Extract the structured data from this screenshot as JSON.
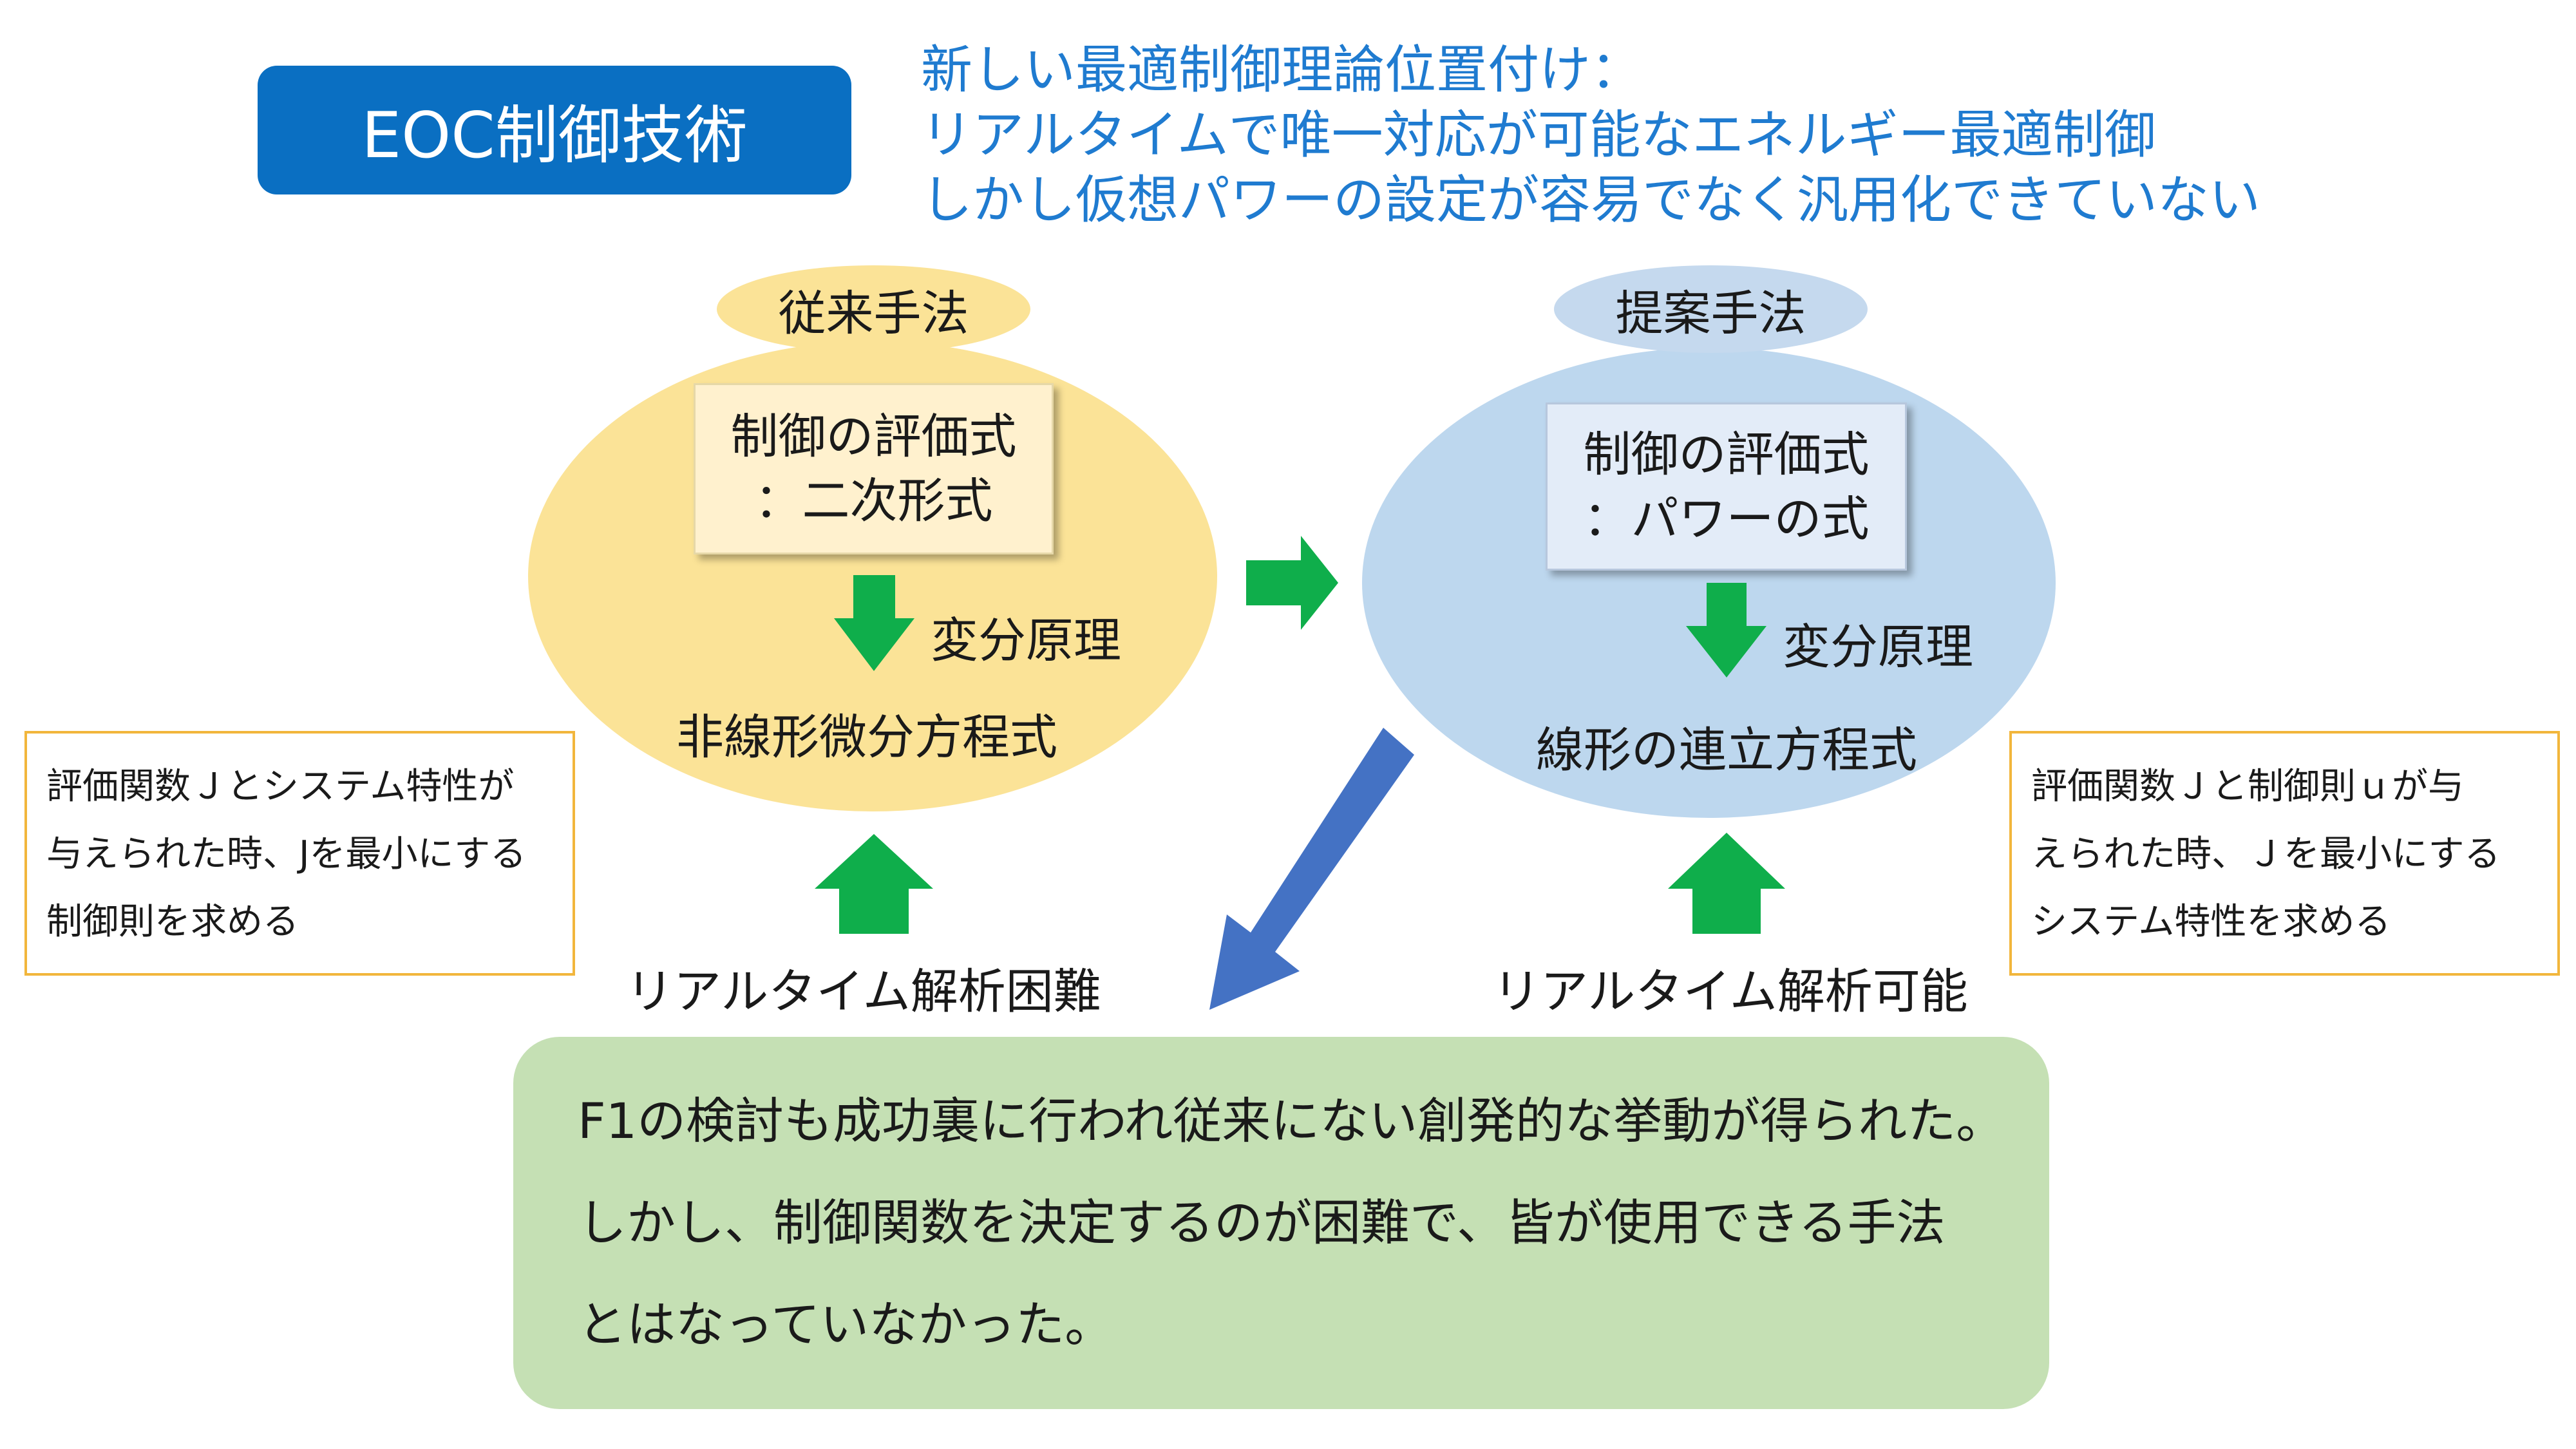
{
  "header": {
    "title": "EOC制御技術",
    "subtitle_lines": [
      "新しい最適制御理論位置付け：",
      "リアルタイムで唯一対応が可能なエネルギー最適制御",
      "しかし仮想パワーの設定が容易でなく汎用化できていない"
    ]
  },
  "conventional": {
    "label": "従来手法",
    "formula_line1": "制御の評価式",
    "formula_line2": "：二次形式",
    "principle": "変分原理",
    "result": "非線形微分方程式",
    "realtime": "リアルタイム解析困難",
    "note_lines": [
      "評価関数Ｊとシステム特性が",
      "与えられた時、Jを最小にする",
      "制御則を求める"
    ]
  },
  "proposed": {
    "label": "提案手法",
    "formula_line1": "制御の評価式",
    "formula_line2": "：パワーの式",
    "principle": "変分原理",
    "result": "線形の連立方程式",
    "realtime": "リアルタイム解析可能",
    "note_lines": [
      "評価関数Ｊと制御則ｕが与",
      "えられた時、Ｊを最小にする",
      "システム特性を求める"
    ]
  },
  "summary": {
    "lines": [
      "F1の検討も成功裏に行われ従来にない創発的な挙動が得られた。",
      "しかし、制御関数を決定するのが困難で、皆が使用できる手法",
      "とはなっていなかった。"
    ]
  },
  "colors": {
    "title_bg": "#0a6fc2",
    "subtitle_text": "#1f7bd0",
    "conventional_fill": "#fbe397",
    "proposed_fill": "#bdd7ee",
    "green_arrow": "#0fae4b",
    "blue_arrow": "#4472c4",
    "note_border": "#f2b63c",
    "summary_fill": "#c5e0b4"
  }
}
